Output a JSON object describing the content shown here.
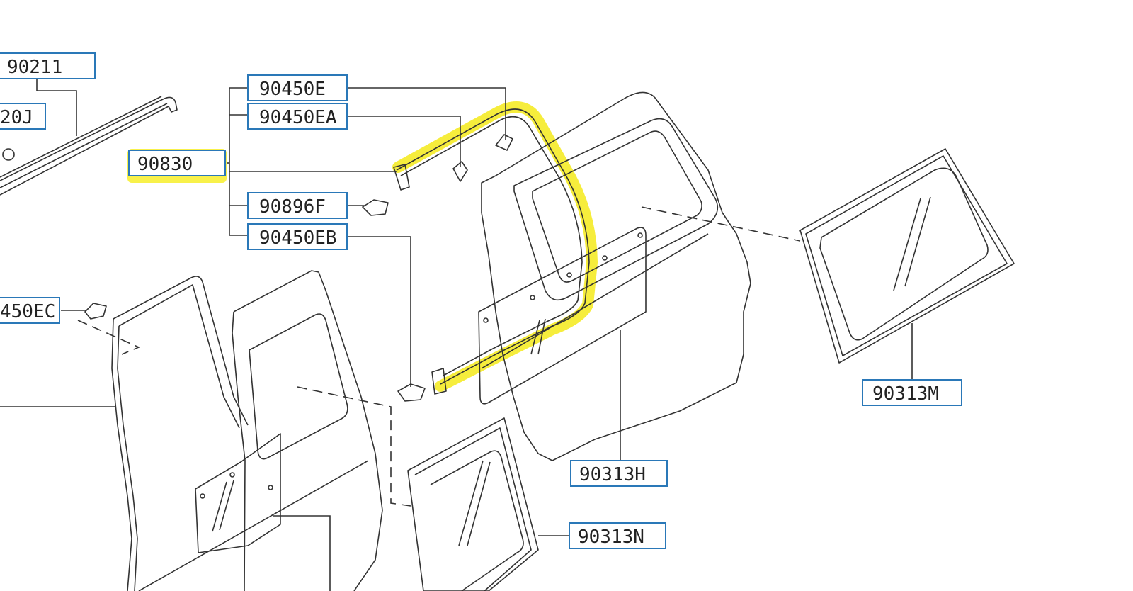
{
  "diagram": {
    "callouts": [
      {
        "id": "c-90211",
        "text": "90211"
      },
      {
        "id": "c-20j",
        "text": "20J"
      },
      {
        "id": "c-90830",
        "text": "90830"
      },
      {
        "id": "c-90450e",
        "text": "90450E"
      },
      {
        "id": "c-90450ea",
        "text": "90450EA"
      },
      {
        "id": "c-90896f",
        "text": "90896F"
      },
      {
        "id": "c-90450eb",
        "text": "90450EB"
      },
      {
        "id": "c-450ec",
        "text": "450EC"
      },
      {
        "id": "c-90313m",
        "text": "90313M"
      },
      {
        "id": "c-90313h",
        "text": "90313H"
      },
      {
        "id": "c-90313n",
        "text": "90313N"
      }
    ],
    "highlight_color": "#f7ee2a",
    "label_border_color": "#2a78b8",
    "line_color": "#333333"
  }
}
